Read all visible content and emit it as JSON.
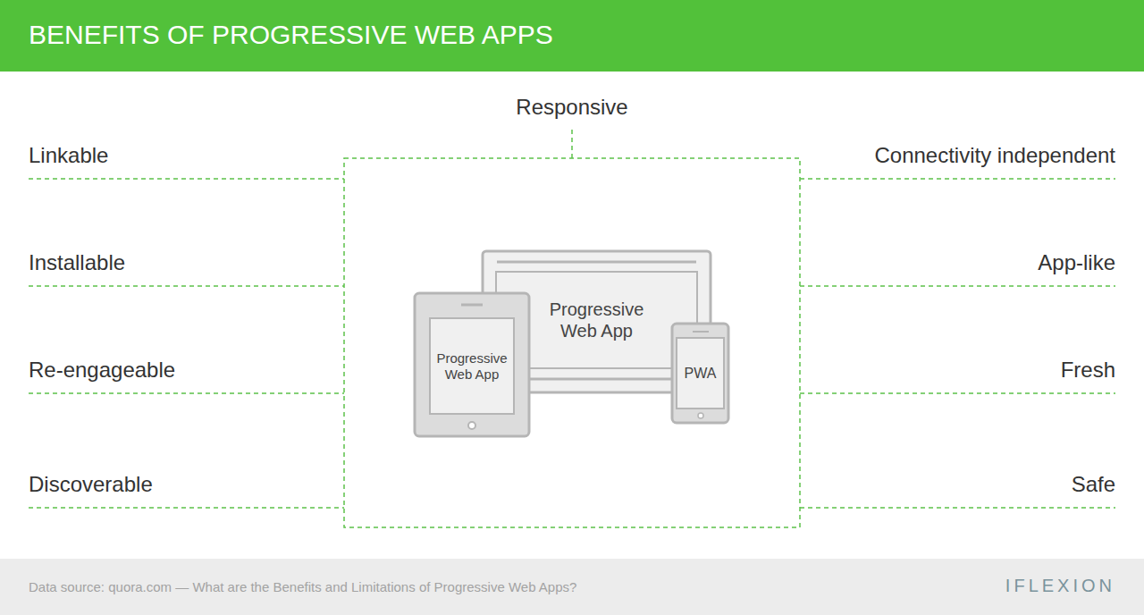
{
  "diagram": {
    "title": "BENEFITS OF PROGRESSIVE WEB APPS",
    "caption": "Data source: quora.com — What are the Benefits and Limitations of Progressive Web Apps?",
    "nodes": [
      {
        "text": [
          "Progressive Web App"
        ]
      },
      {
        "text": [
          "Progressive Web App"
        ]
      },
      {
        "text": [
          "PWA"
        ]
      }
    ],
    "labels": [
      "Responsive",
      "Linkable",
      "Connectivity independent",
      "Installable",
      "App-like",
      "Re-engageable",
      "Fresh",
      "Discoverable",
      "Safe",
      "IFLEXION"
    ]
  }
}
